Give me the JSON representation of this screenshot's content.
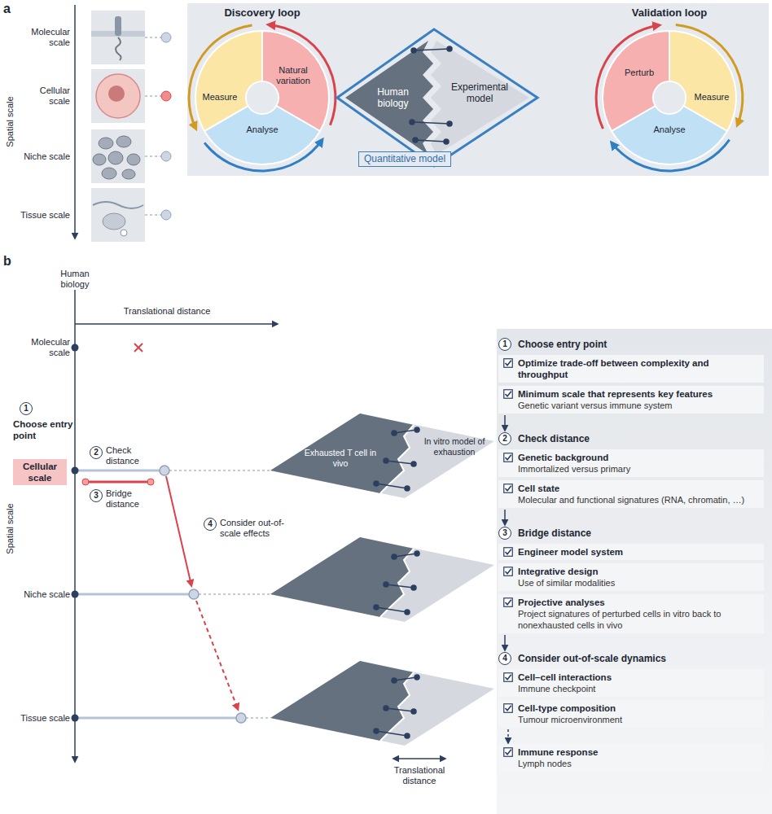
{
  "diagram": {
    "nodes": [
      {
        "text": [
          "Discovery loop",
          "Natural variation",
          "Measure",
          "Analyse"
        ]
      },
      {
        "text": [
          "Human biology"
        ]
      },
      {
        "text": [
          "Experimental model"
        ]
      },
      {
        "text": [
          "Quantitative model"
        ]
      },
      {
        "text": [
          "Validation loop",
          "Perturb",
          "Measure",
          "Analyse"
        ]
      },
      {
        "text": [
          "Cellular scale"
        ]
      },
      {
        "text": [
          "Exhausted T cell in vivo"
        ]
      },
      {
        "text": [
          "In vitro model of exhaustion"
        ]
      },
      {
        "text": [
          "1",
          "Choose entry point"
        ]
      },
      {
        "text": [
          "Optimize trade-off between complexity and throughput"
        ],
        "in": 8
      },
      {
        "text": [
          "Minimum scale that represents key features",
          "Genetic variant versus immune system"
        ],
        "in": 8
      },
      {
        "text": [
          "2",
          "Check distance"
        ]
      },
      {
        "text": [
          "Genetic background",
          "Immortalized versus primary"
        ],
        "in": 11
      },
      {
        "text": [
          "Cell state",
          "Molecular and functional signatures (RNA, chromatin, …)"
        ],
        "in": 11
      },
      {
        "text": [
          "3",
          "Bridge distance"
        ]
      },
      {
        "text": [
          "Engineer model system"
        ],
        "in": 14
      },
      {
        "text": [
          "Integrative design",
          "Use of similar modalities"
        ],
        "in": 14
      },
      {
        "text": [
          "Projective analyses",
          "Project signatures of perturbed cells in vitro back to nonexhausted cells in vivo"
        ],
        "in": 14
      },
      {
        "text": [
          "4",
          "Consider out-of-scale dynamics"
        ]
      },
      {
        "text": [
          "Cell–cell interactions",
          "Immune checkpoint"
        ],
        "in": 18
      },
      {
        "text": [
          "Cell-type composition",
          "Tumour microenvironment"
        ],
        "in": 18
      },
      {
        "text": [
          "Immune response",
          "Lymph nodes"
        ],
        "in": 18
      }
    ],
    "edges": [
      {
        "from": 8,
        "to": 11,
        "arrow": "to"
      },
      {
        "from": 11,
        "to": 14,
        "arrow": "to"
      },
      {
        "from": 14,
        "to": 18,
        "arrow": "to"
      },
      {
        "from": 20,
        "to": 21,
        "arrow": "to"
      }
    ],
    "labels": [
      "a",
      "Molecular scale",
      "Cellular scale",
      "Niche scale",
      "Tissue scale",
      "Spatial scale",
      "b",
      "Human biology",
      "Translational distance",
      "Molecular scale",
      "1",
      "Choose entry point",
      "2",
      "Check distance",
      "3",
      "Bridge distance",
      "4",
      "Consider out-of-scale effects",
      "Niche scale",
      "Tissue scale",
      "Spatial scale",
      "Translational distance"
    ]
  }
}
